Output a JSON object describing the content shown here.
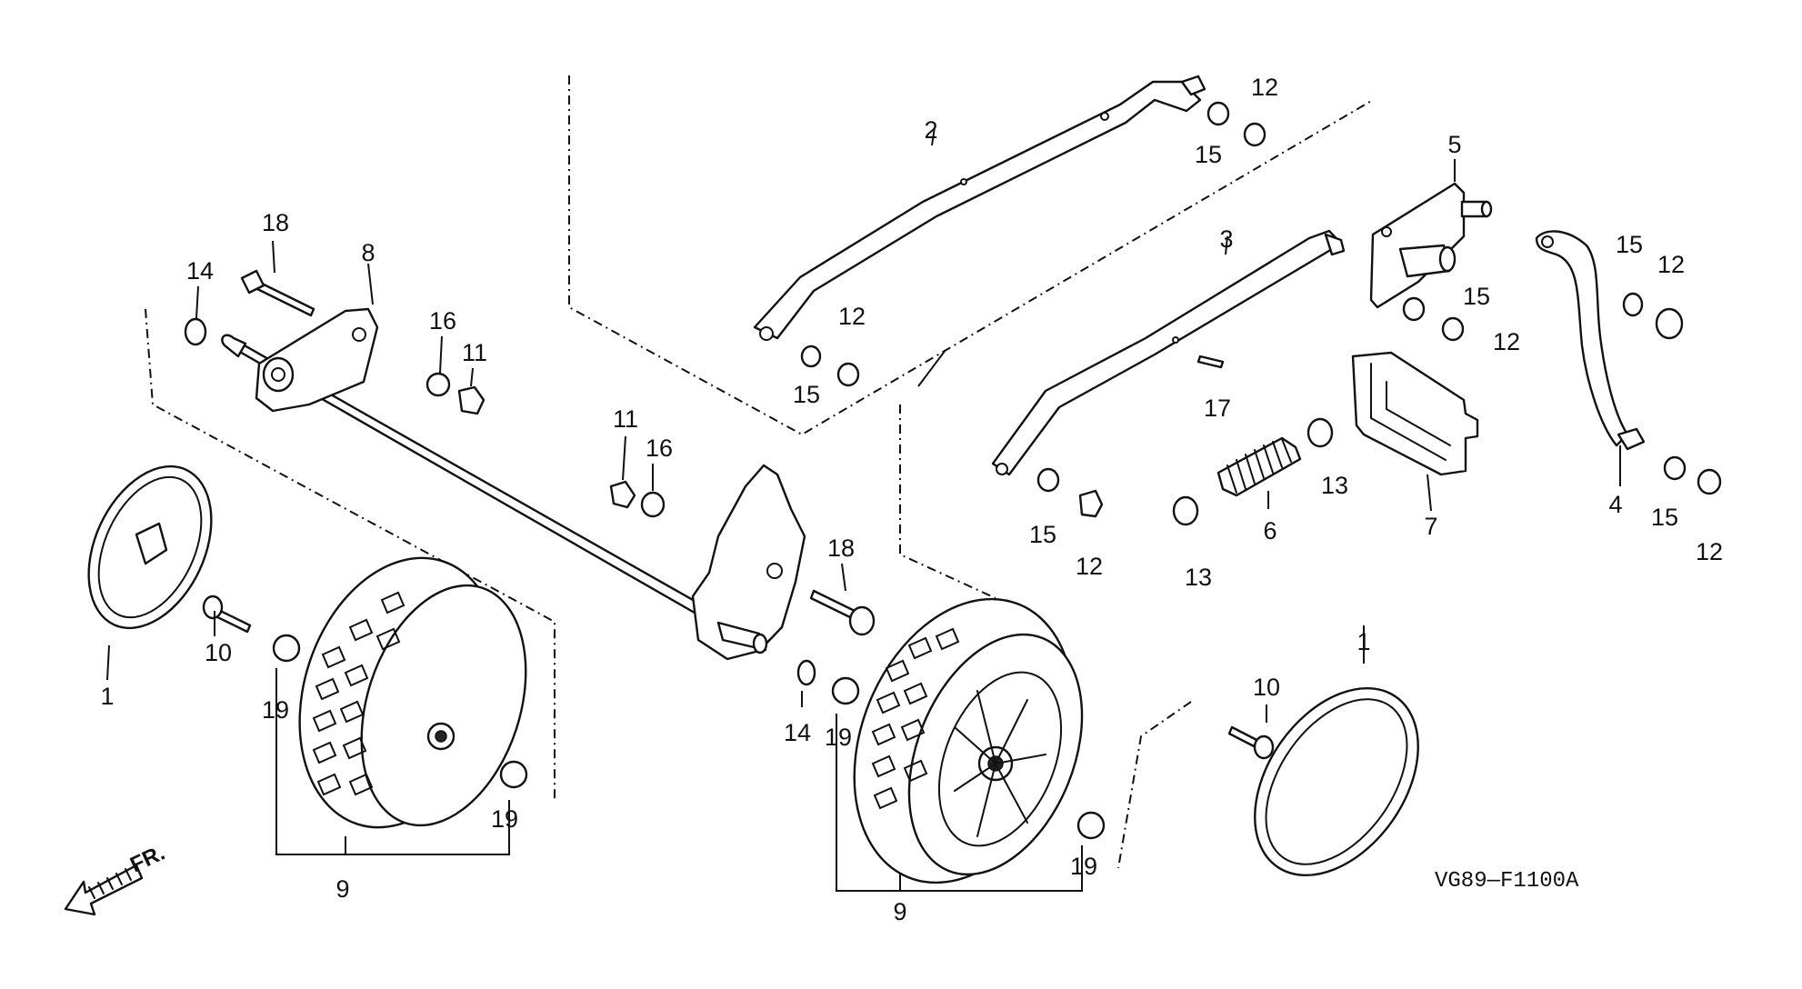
{
  "figure_code": "VG89—F1100A",
  "direction_label": "FR.",
  "callouts": {
    "c1a": "1",
    "c1b": "1",
    "c2": "2",
    "c3": "3",
    "c4": "4",
    "c5": "5",
    "c6": "6",
    "c7": "7",
    "c8": "8",
    "c9a": "9",
    "c9b": "9",
    "c10a": "10",
    "c10b": "10",
    "c11a": "11",
    "c11b": "11",
    "c12a": "12",
    "c12b": "12",
    "c12c": "12",
    "c12d": "12",
    "c12e": "12",
    "c12f": "12",
    "c13a": "13",
    "c13b": "13",
    "c14a": "14",
    "c14b": "14",
    "c15a": "15",
    "c15b": "15",
    "c15c": "15",
    "c15d": "15",
    "c15e": "15",
    "c15f": "15",
    "c16a": "16",
    "c16b": "16",
    "c17": "17",
    "c18a": "18",
    "c18b": "18",
    "c19a": "19",
    "c19b": "19",
    "c19c": "19",
    "c19d": "19"
  }
}
